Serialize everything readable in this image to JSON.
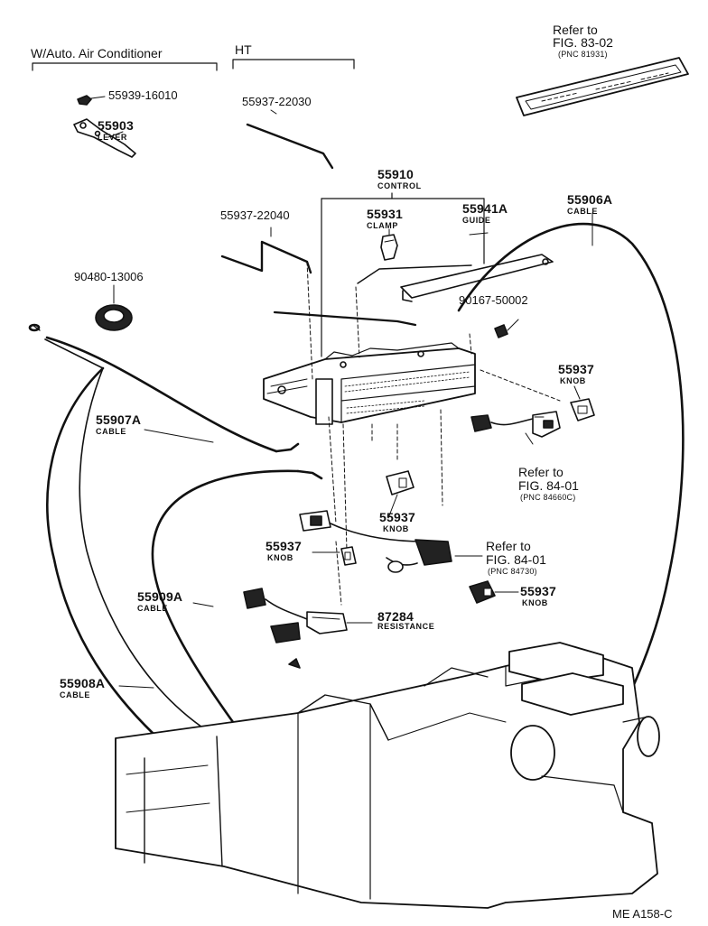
{
  "diagram": {
    "section_headers": {
      "auto_ac": "W/Auto. Air Conditioner",
      "ht": "HT"
    },
    "parts": {
      "p55939": "55939-16010",
      "p55903": {
        "number": "55903",
        "name": "LEVER"
      },
      "p55937_22030": "55937-22030",
      "p55910": {
        "number": "55910",
        "name": "CONTROL"
      },
      "p55937_22040": "55937-22040",
      "p55931": {
        "number": "55931",
        "name": "CLAMP"
      },
      "p55941A": {
        "number": "55941A",
        "name": "GUIDE"
      },
      "p55906A": {
        "number": "55906A",
        "name": "CABLE"
      },
      "p90480": "90480-13006",
      "p90167": "90167-50002",
      "p55937_knob_r": {
        "number": "55937",
        "name": "KNOB"
      },
      "p55907A": {
        "number": "55907A",
        "name": "CABLE"
      },
      "p55937_knob_c": {
        "number": "55937",
        "name": "KNOB"
      },
      "p55937_knob_l": {
        "number": "55937",
        "name": "KNOB"
      },
      "p55937_knob_b": {
        "number": "55937",
        "name": "KNOB"
      },
      "p55909A": {
        "number": "55909A",
        "name": "CABLE"
      },
      "p87284": {
        "number": "87284",
        "name": "RESISTANCE"
      },
      "p55908A": {
        "number": "55908A",
        "name": "CABLE"
      }
    },
    "references": {
      "ref_83_02": {
        "line1": "Refer to",
        "line2": "FIG. 83-02",
        "pnc": "(PNC 81931)"
      },
      "ref_84_01_a": {
        "line1": "Refer to",
        "line2": "FIG. 84-01",
        "pnc": "(PNC 84660C)"
      },
      "ref_84_01_b": {
        "line1": "Refer to",
        "line2": "FIG. 84-01",
        "pnc": "(PNC 84730)"
      }
    },
    "figure_code": "ME A158-C"
  }
}
